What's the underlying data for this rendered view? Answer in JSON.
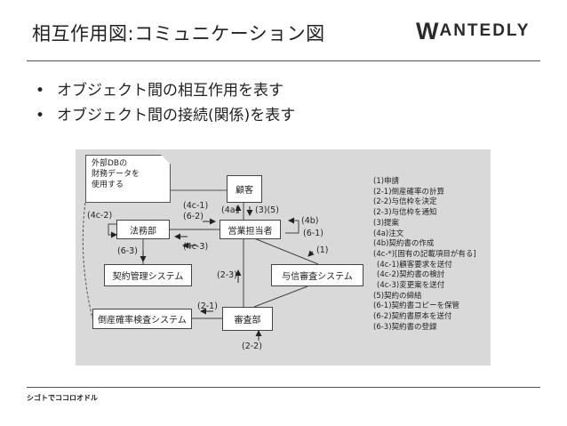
{
  "header": {
    "title": "相互作用図:コミュニケーション図",
    "logo_w": "W",
    "logo_rest": "ANTEDLY"
  },
  "bullets": [
    "オブジェクト間の相互作用を表す",
    "オブジェクト間の接続(関係)を表す"
  ],
  "diagram": {
    "note": [
      "外部DBの",
      "財務データを",
      "使用する"
    ],
    "boxes": {
      "customer": "顧客",
      "legal": "法務部",
      "sales": "営業担当者",
      "contract_mgmt": "契約管理システム",
      "credit_review": "与信審査システム",
      "bankruptcy": "倒産確率検査システム",
      "review": "審査部"
    },
    "labels": {
      "l4c2": "(4c-2)",
      "l4c1": "(4c-1)",
      "l62": "(6-2)",
      "l4c3": "(4c-3)",
      "l63": "(6-3)",
      "l4a": "(4a)",
      "l35": "(3)(5)",
      "l4b": "(4b)",
      "l61": "(6-1)",
      "l1": "(1)",
      "l23": "(2-3)",
      "l21": "(2-1)",
      "l22": "(2-2)"
    },
    "legend": [
      "(1)申請",
      "(2-1)倒産確率の計算",
      "(2-2)与信枠を決定",
      "(2-3)与信枠を通知",
      "(3)提案",
      "(4a)注文",
      "(4b)契約書の作成",
      "(4c-*)[固有の記載項目が有る]",
      "  (4c-1)顧客要求を送付",
      "  (4c-2)契約書の検討",
      "  (4c-3)変更案を送付",
      "(5)契約の締結",
      "(6-1)契約書コピーを保管",
      "(6-2)契約書原本を送付",
      "(6-3)契約書の登録"
    ]
  },
  "footer": {
    "text": "シゴトでココロオドル"
  }
}
